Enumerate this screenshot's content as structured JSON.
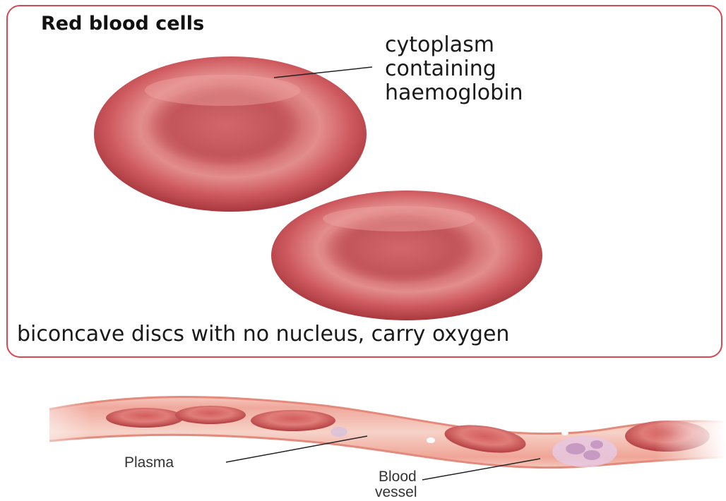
{
  "panel": {
    "title": "Red blood cells",
    "callout_lines": [
      "cytoplasm",
      "containing",
      "haemoglobin"
    ],
    "caption": "biconcave discs with no nucleus, carry oxygen",
    "border_color": "#d24a55"
  },
  "vessel": {
    "plasma_label": "Plasma",
    "vessel_label_lines": [
      "Blood",
      "vessel"
    ]
  },
  "colors": {
    "cell_base": "#c9555a",
    "cell_dark": "#a8383e",
    "cell_light": "#e88c8c",
    "vessel_wall": "#f2b3a8"
  }
}
